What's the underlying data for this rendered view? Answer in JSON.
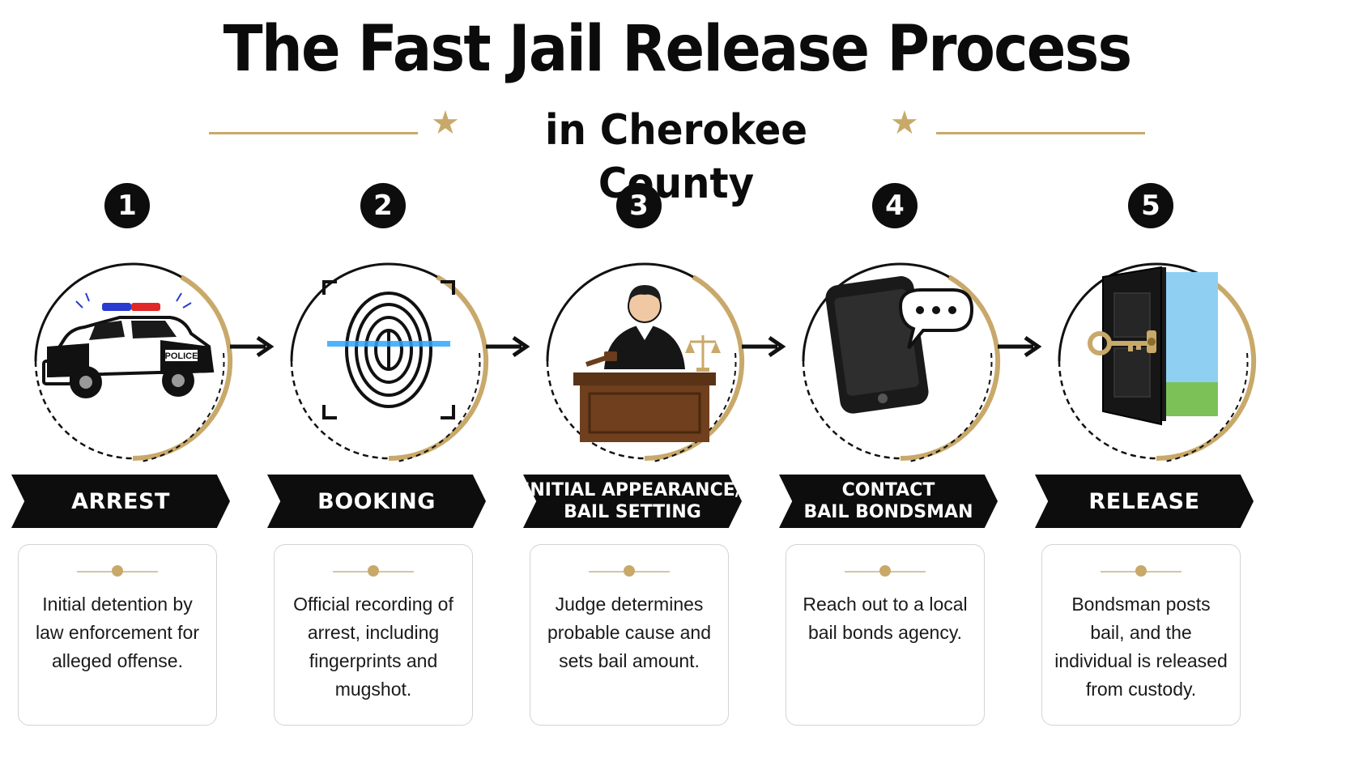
{
  "title": "The Fast Jail Release Process",
  "subtitle": "in Cherokee County",
  "colors": {
    "accent": "#c8a96a",
    "dark": "#0d0d0d",
    "card_border": "#d3d3d3"
  },
  "steps": [
    {
      "number": "1",
      "name_lines": [
        "ARREST"
      ],
      "icon": "police-car-icon",
      "description": "Initial detention by law enforcement for alleged offense."
    },
    {
      "number": "2",
      "name_lines": [
        "BOOKING"
      ],
      "icon": "fingerprint-icon",
      "description": "Official recording of arrest, including fingerprints and mugshot."
    },
    {
      "number": "3",
      "name_lines": [
        "INITIAL APPEARANCE/",
        "BAIL SETTING"
      ],
      "icon": "judge-icon",
      "description": "Judge determines probable cause and sets bail amount."
    },
    {
      "number": "4",
      "name_lines": [
        "CONTACT",
        "BAIL BONDSMAN"
      ],
      "icon": "phone-chat-icon",
      "description": "Reach out to a local bail bonds agency."
    },
    {
      "number": "5",
      "name_lines": [
        "RELEASE"
      ],
      "icon": "open-door-key-icon",
      "description": "Bondsman posts bail, and the individual is released from custody."
    }
  ]
}
